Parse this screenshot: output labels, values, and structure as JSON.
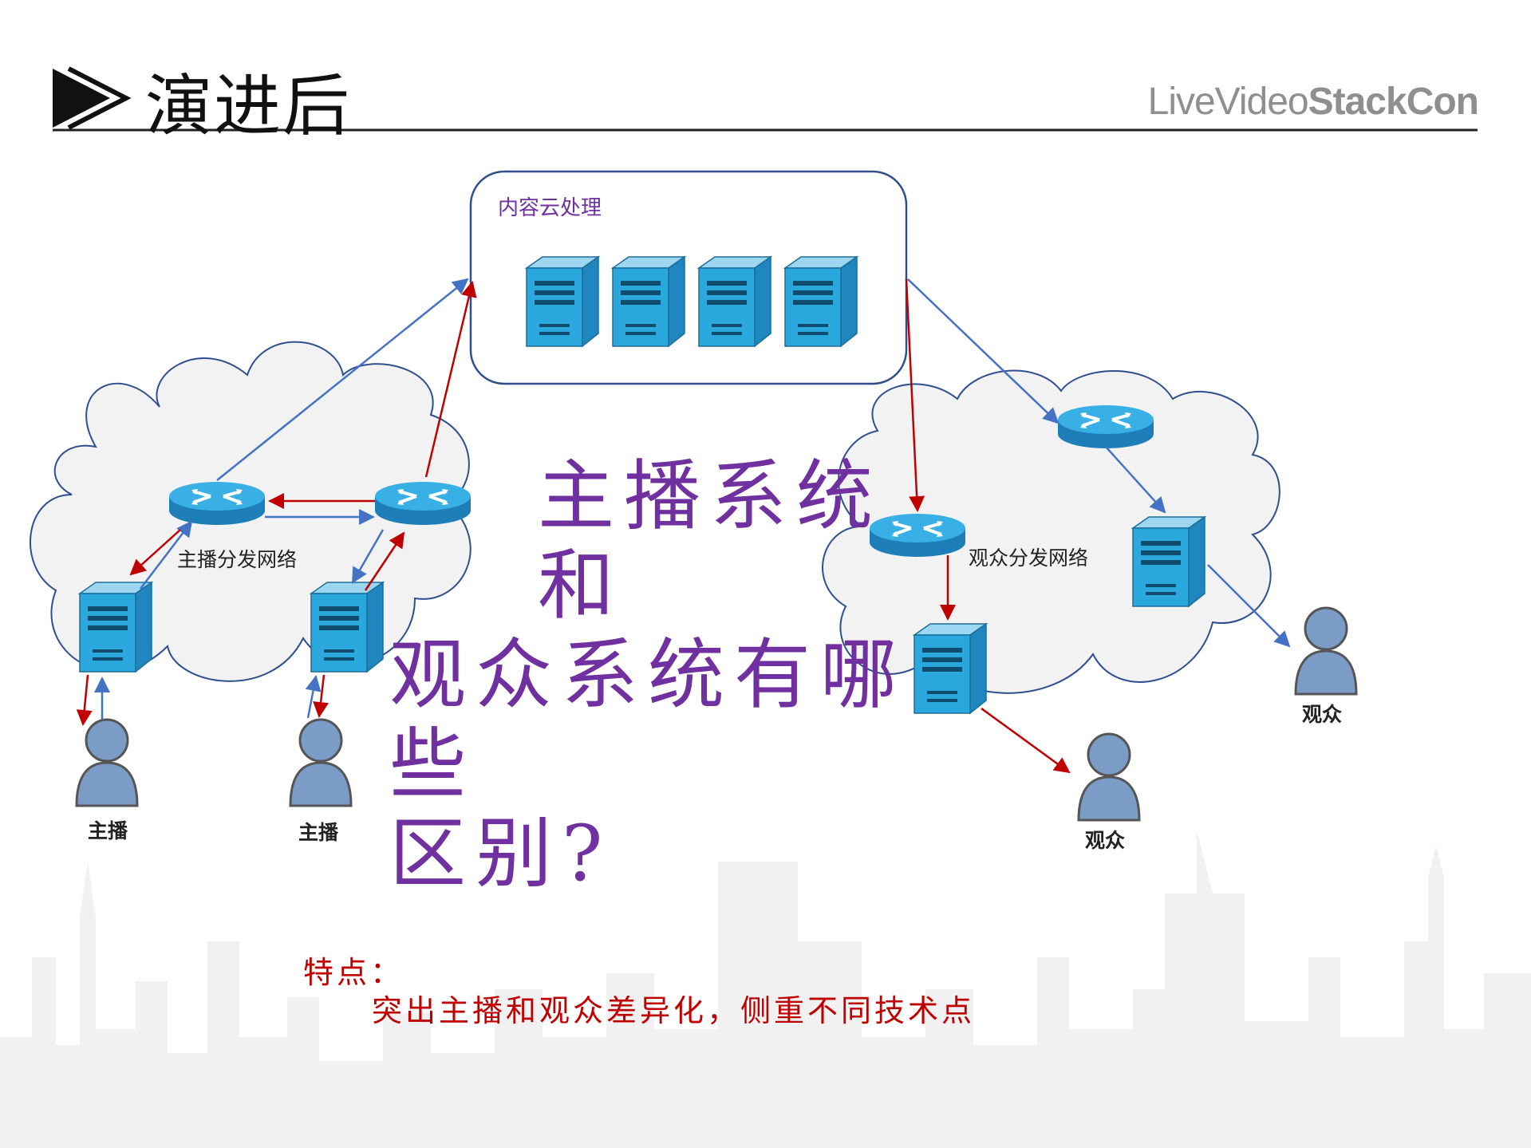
{
  "slide": {
    "title": "演进后",
    "brand_prefix": "LiveVideo",
    "brand_suffix": "StackCon"
  },
  "diagram": {
    "cloud_box_label": "内容云处理",
    "anchor_network_label": "主播分发网络",
    "audience_network_label": "观众分发网络",
    "anchor_labels": [
      "主播",
      "主播"
    ],
    "audience_labels": [
      "观众",
      "观众"
    ]
  },
  "overlay_question": {
    "line1": "主播系统和",
    "line2": "观众系统有哪些",
    "line3": "区别?"
  },
  "features": {
    "title": "特点：",
    "body": "突出主播和观众差异化，侧重不同技术点"
  },
  "colors": {
    "blue_arrow": "#4472c4",
    "red_arrow": "#c00000",
    "question_text": "#7030a0",
    "feature_text": "#c00000",
    "server_face": "#29a3db",
    "router": "#2a9fd6",
    "person": "#7a9cc6"
  }
}
